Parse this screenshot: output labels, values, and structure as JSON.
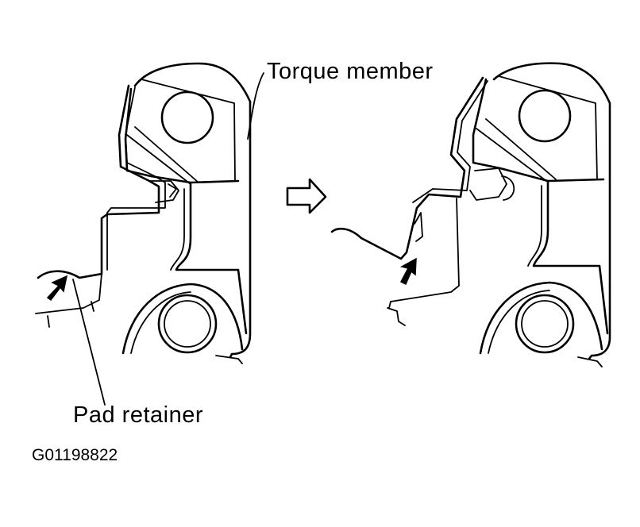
{
  "labels": {
    "torque_member": "Torque member",
    "pad_retainer": "Pad retainer",
    "figure_code": "G01198822"
  },
  "colors": {
    "ink": "#000000",
    "paper": "#ffffff"
  },
  "icons": {
    "transition_arrow": "right-arrow-outline-icon",
    "push_arrow": "filled-arrow-icon"
  }
}
